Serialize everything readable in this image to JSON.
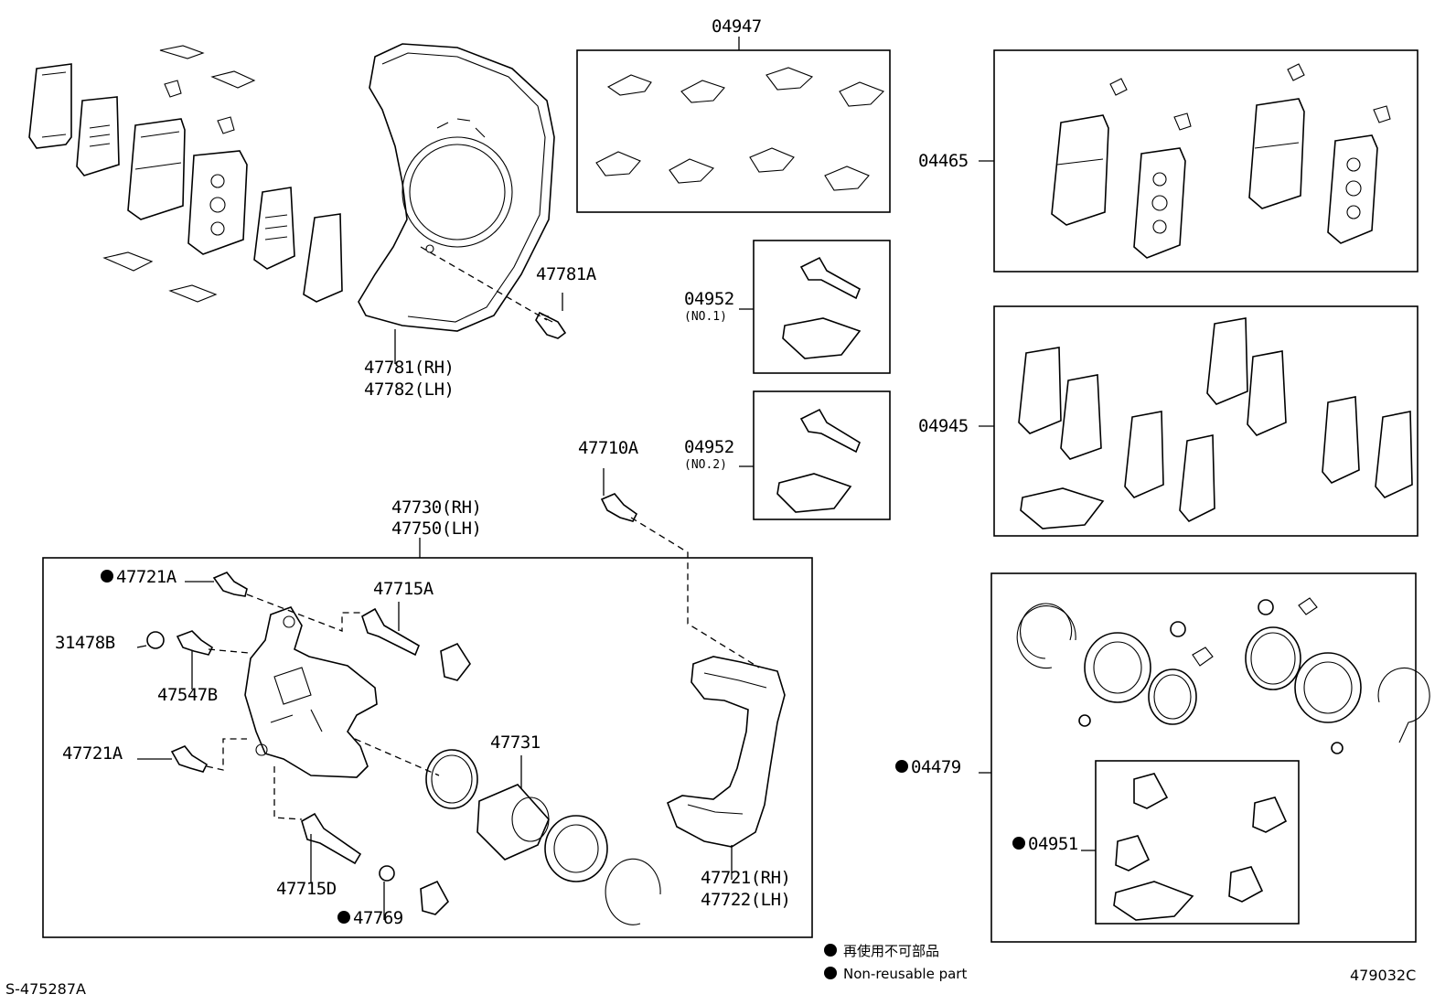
{
  "diagram": {
    "corner_left": "S-475287A",
    "corner_right": "479032C",
    "legend": {
      "japanese": "再使用不可部品",
      "english": "Non-reusable part"
    },
    "labels": {
      "p04947": "04947",
      "p04465": "04465",
      "p04945": "04945",
      "p04479": "04479",
      "p04951": "04951",
      "p04952_1": "04952",
      "p04952_1_sub": "(NO.1)",
      "p04952_2": "04952",
      "p04952_2_sub": "(NO.2)",
      "p47781A": "47781A",
      "p47781_rh": "47781(RH)",
      "p47782_lh": "47782(LH)",
      "p47710A": "47710A",
      "p47730_rh": "47730(RH)",
      "p47750_lh": "47750(LH)",
      "p47721A_top": "47721A",
      "p47715A": "47715A",
      "p31478B": "31478B",
      "p47547B": "47547B",
      "p47721A_low": "47721A",
      "p47731": "47731",
      "p47715D": "47715D",
      "p47769": "47769",
      "p47721_rh": "47721(RH)",
      "p47722_lh": "47722(LH)"
    }
  }
}
